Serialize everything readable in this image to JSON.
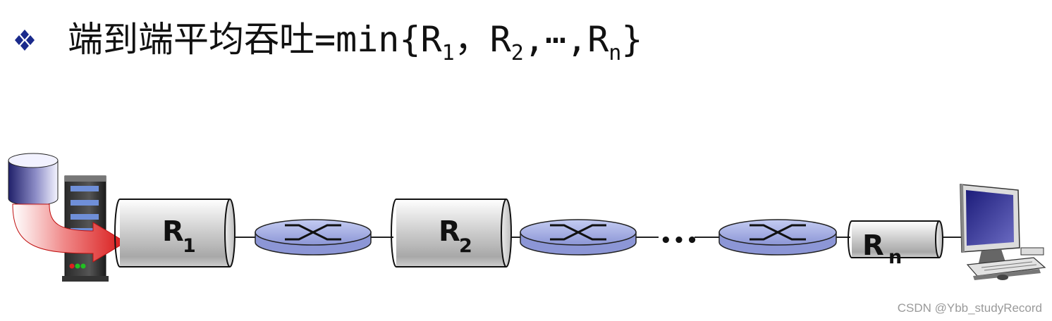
{
  "heading": {
    "bullet_icon": "four-diamond-bullet-icon",
    "text": "端到端平均吞吐=min{",
    "r1_base": "R",
    "r1_sub": "1",
    "sep1": "，",
    "r2_base": "R",
    "r2_sub": "2",
    "sep2": ",",
    "ellipsis": "⋯",
    "sep3": ",",
    "rn_base": "R",
    "rn_sub": "n",
    "close": "}"
  },
  "links": [
    {
      "base": "R",
      "sub": "1"
    },
    {
      "base": "R",
      "sub": "2"
    },
    {
      "base": "R",
      "sub": "n"
    }
  ],
  "between_ellipsis": "•••",
  "devices": {
    "server": "server-with-database-icon",
    "router": "router-icon",
    "client": "desktop-computer-icon"
  },
  "colors": {
    "bullet": "#1a2a8c",
    "router": "#9ea8e0",
    "flow_arrow": "#e02020"
  },
  "watermark": "CSDN @Ybb_studyRecord"
}
